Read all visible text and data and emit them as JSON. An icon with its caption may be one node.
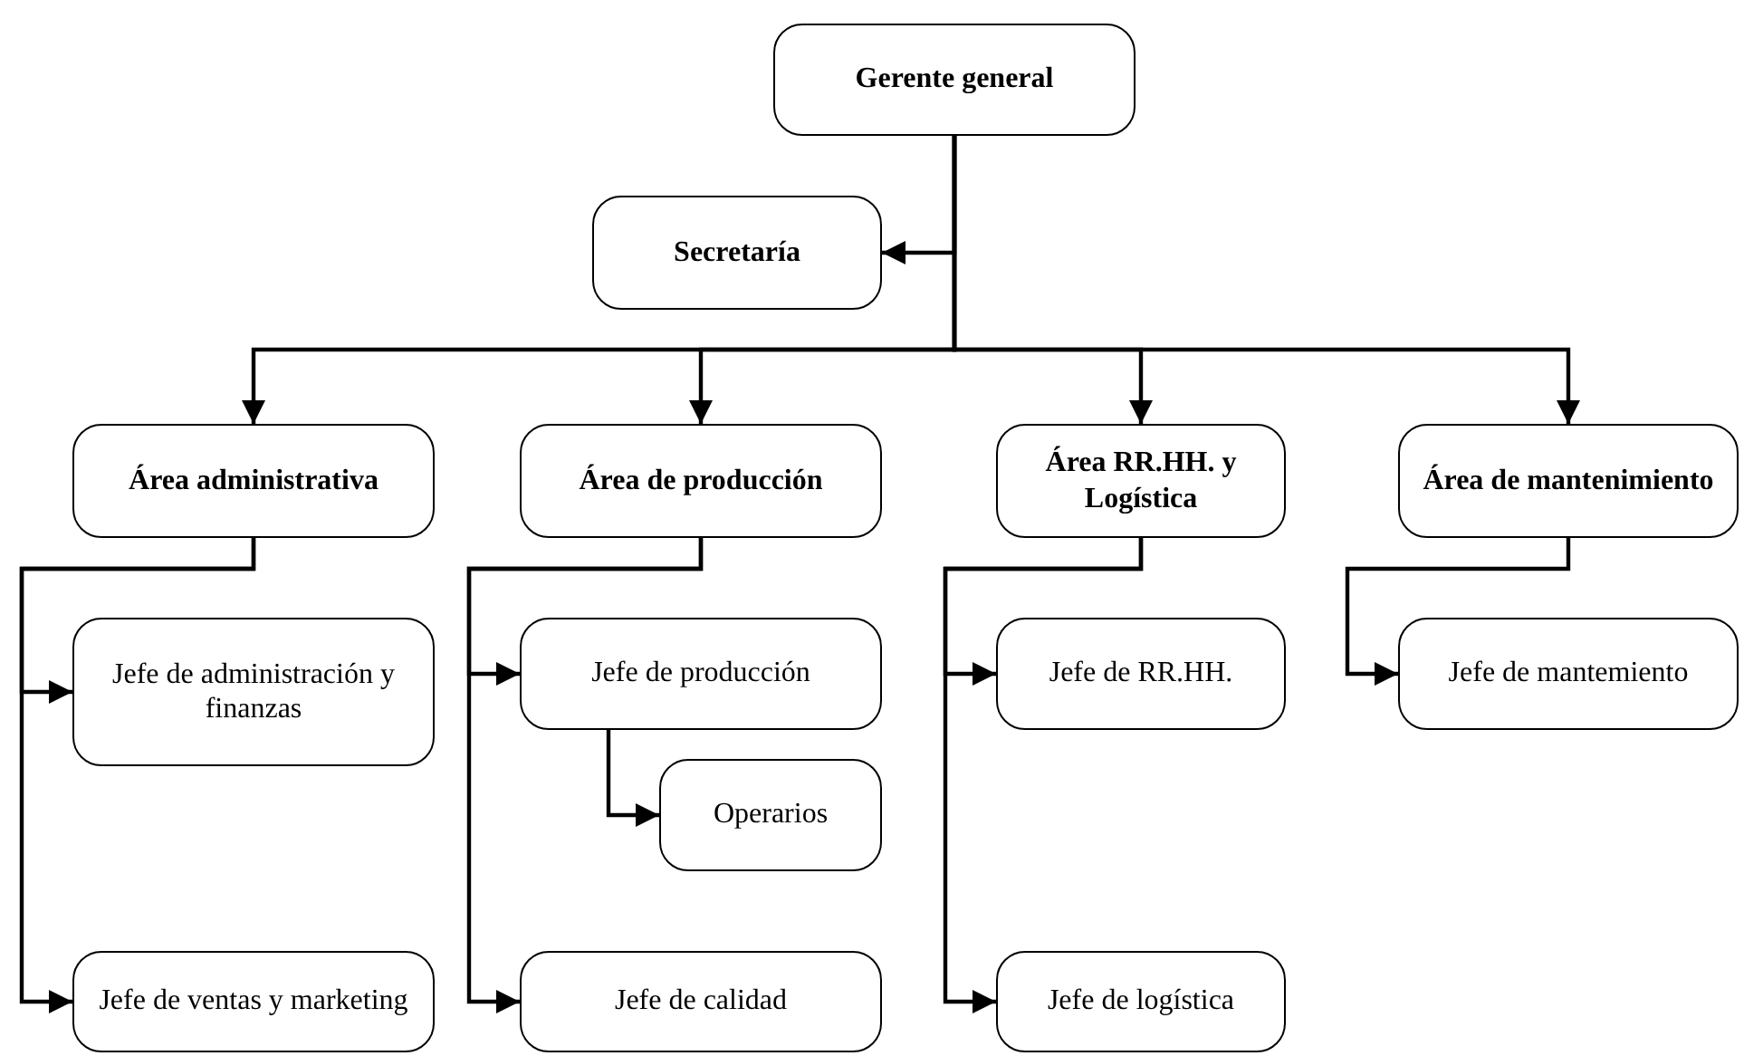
{
  "diagram": {
    "nodes": [
      {
        "text": [
          "Gerente general"
        ]
      },
      {
        "text": [
          "Secretaría"
        ]
      },
      {
        "text": [
          "Área administrativa"
        ]
      },
      {
        "text": [
          "Área de producción"
        ]
      },
      {
        "text": [
          "Área RR.HH. y Logística"
        ]
      },
      {
        "text": [
          "Área de mantenimiento"
        ]
      },
      {
        "text": [
          "Jefe de administración y finanzas"
        ]
      },
      {
        "text": [
          "Jefe de ventas y marketing"
        ]
      },
      {
        "text": [
          "Jefe de producción"
        ]
      },
      {
        "text": [
          "Operarios"
        ]
      },
      {
        "text": [
          "Jefe de calidad"
        ]
      },
      {
        "text": [
          "Jefe de RR.HH."
        ]
      },
      {
        "text": [
          "Jefe de logística"
        ]
      },
      {
        "text": [
          "Jefe de mantemiento"
        ]
      }
    ],
    "edges": [
      {
        "from": 0,
        "to": 1,
        "arrow": "to"
      },
      {
        "from": 0,
        "to": 2,
        "arrow": "to"
      },
      {
        "from": 0,
        "to": 3,
        "arrow": "to"
      },
      {
        "from": 0,
        "to": 4,
        "arrow": "to"
      },
      {
        "from": 0,
        "to": 5,
        "arrow": "to"
      },
      {
        "from": 2,
        "to": 6,
        "arrow": "to"
      },
      {
        "from": 2,
        "to": 7,
        "arrow": "to"
      },
      {
        "from": 3,
        "to": 8,
        "arrow": "to"
      },
      {
        "from": 8,
        "to": 9,
        "arrow": "to"
      },
      {
        "from": 3,
        "to": 10,
        "arrow": "to"
      },
      {
        "from": 4,
        "to": 11,
        "arrow": "to"
      },
      {
        "from": 4,
        "to": 12,
        "arrow": "to"
      },
      {
        "from": 5,
        "to": 13,
        "arrow": "to"
      }
    ]
  }
}
